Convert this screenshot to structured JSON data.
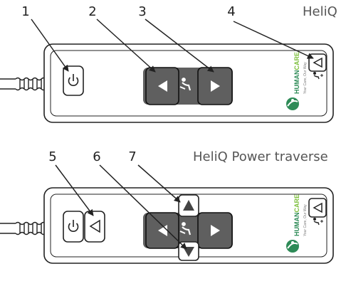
{
  "titles": {
    "top": "HeliQ",
    "bottom": "HeliQ Power traverse"
  },
  "callouts": [
    "1",
    "2",
    "3",
    "4",
    "5",
    "6",
    "7"
  ],
  "brand": {
    "name_main": "HUMAN",
    "name_accent": "CARE",
    "tagline": "Your Care, Our Way"
  },
  "icons": {
    "power": "power-icon",
    "left": "triangle-left-icon",
    "right": "triangle-right-icon",
    "up": "triangle-up-icon",
    "down": "triangle-down-icon",
    "traverse": "lift-symbol-icon",
    "emergency": "outline-triangle-icon"
  },
  "colors": {
    "dark_button": "#5f5f5f",
    "outline": "#222222",
    "brand_green": "#2e8b57",
    "brand_lightgreen": "#7cbf3b"
  }
}
